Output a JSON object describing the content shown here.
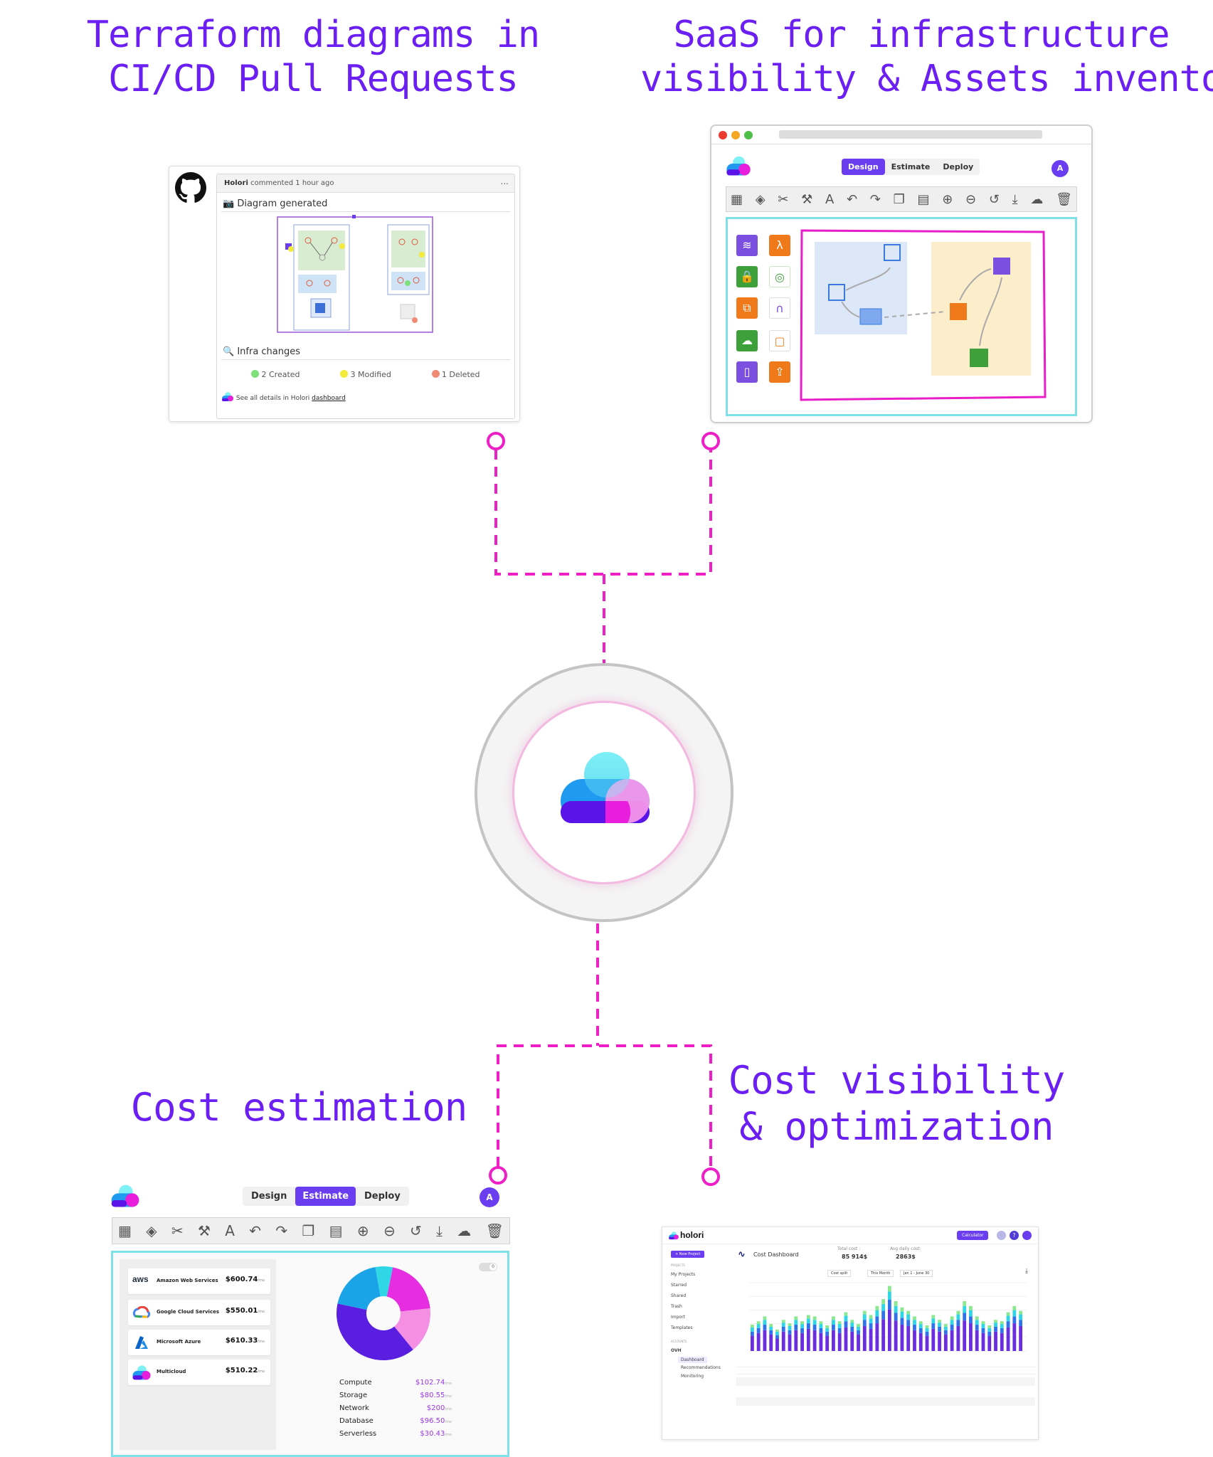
{
  "titles": {
    "top_left": [
      "Terraform diagrams in",
      "CI/CD Pull Requests"
    ],
    "top_right": [
      "SaaS for infrastructure",
      "visibility & Assets inventory"
    ],
    "bottom_left": [
      "Cost estimation"
    ],
    "bottom_right": [
      "Cost visibility",
      "& optimization"
    ]
  },
  "colors": {
    "title": "#6b1ff2",
    "connector": "#ee1fc7",
    "accent": "#6a3df0",
    "frame": "#7fe0e8"
  },
  "github_comment": {
    "author": "Holori",
    "meta": "commented 1 hour ago",
    "menu": "...",
    "diagram_heading": "📷 Diagram generated",
    "changes_heading": "🔍 Infra changes",
    "stats": [
      {
        "label": "2 Created",
        "color": "#7ee07a"
      },
      {
        "label": "3 Modified",
        "color": "#f3ea3a"
      },
      {
        "label": "1 Deleted",
        "color": "#f08a74"
      }
    ],
    "footer_text": "See all details in Holori",
    "footer_link": "dashboard"
  },
  "design_app": {
    "tabs": [
      "Design",
      "Estimate",
      "Deploy"
    ],
    "active_tab": "Design",
    "avatar": "A",
    "toolbar_icons": [
      "grid-icon",
      "paint-bucket-icon",
      "cut-icon",
      "wrench-icon",
      "text-color-icon",
      "undo-icon",
      "redo-icon",
      "copy-icon",
      "paste-icon",
      "zoom-in-icon",
      "zoom-out-icon",
      "history-icon",
      "download-icon",
      "upload-icon",
      "trash-icon"
    ]
  },
  "estimate_app": {
    "tabs": [
      "Design",
      "Estimate",
      "Deploy"
    ],
    "active_tab": "Estimate",
    "avatar": "A",
    "toggle": "0",
    "providers": [
      {
        "logo": "aws",
        "name": "Amazon Web Services",
        "value": "$600.74",
        "unit": "/mo"
      },
      {
        "logo": "gcp",
        "name": "Google Cloud Services",
        "value": "$550.01",
        "unit": "/mo"
      },
      {
        "logo": "azure",
        "name": "Microsoft Azure",
        "value": "$610.33",
        "unit": "/mo"
      },
      {
        "logo": "multicloud",
        "name": "Multicloud",
        "value": "$510.22",
        "unit": "/mo"
      }
    ],
    "categories": [
      {
        "label": "Compute",
        "value": "$102.74",
        "unit": "/mo"
      },
      {
        "label": "Storage",
        "value": "$80.55",
        "unit": "/mo"
      },
      {
        "label": "Network",
        "value": "$200",
        "unit": "/mo"
      },
      {
        "label": "Database",
        "value": "$96.50",
        "unit": "/mo"
      },
      {
        "label": "Serverless",
        "value": "$30.43",
        "unit": "/mo"
      }
    ],
    "chart_data": {
      "type": "pie",
      "donut": true,
      "categories": [
        "Compute",
        "Storage",
        "Network",
        "Database",
        "Serverless"
      ],
      "values": [
        102.74,
        80.55,
        200,
        96.5,
        30.43
      ],
      "colors": [
        "#e62ee0",
        "#f48fe3",
        "#5a1ee0",
        "#1aa3e6",
        "#2fd6e6"
      ]
    }
  },
  "cost_dashboard": {
    "brand": "holori",
    "calculator": "Calculator",
    "new_project": "+ New Project",
    "section_projects": "PROJECTS",
    "nav": [
      "My Projects",
      "Starred",
      "Shared",
      "Trash",
      "Import",
      "Templates"
    ],
    "section_accounts": "ACCOUNTS",
    "account": "OVH",
    "subnav": [
      "Dashboard",
      "Recommendations",
      "Monitoring"
    ],
    "page_title": "Cost Dashboard",
    "total_cost_label": "Total cost :",
    "total_cost": "85 914$",
    "avg_label": "Avg daily cost:",
    "avg": "2863$",
    "filters": [
      "Cost split",
      "This Month",
      "Jan 1 - June 30"
    ],
    "chart_data": {
      "type": "bar",
      "stacked": true,
      "x": [
        1,
        2,
        3,
        4,
        5,
        6,
        7,
        8,
        9,
        10,
        11,
        12,
        13,
        14,
        15,
        16,
        17,
        18,
        19,
        20,
        21,
        22,
        23,
        24,
        25,
        26,
        27,
        28,
        29,
        30,
        31,
        32,
        33,
        34,
        35,
        36,
        37,
        38,
        39,
        40,
        41,
        42,
        43,
        44
      ],
      "series": [
        {
          "values": [
            22,
            26,
            30,
            24,
            18,
            28,
            24,
            30,
            26,
            32,
            30,
            26,
            22,
            30,
            26,
            34,
            28,
            24,
            36,
            32,
            40,
            46,
            60,
            44,
            38,
            36,
            30,
            26,
            22,
            32,
            28,
            24,
            30,
            36,
            44,
            40,
            30,
            26,
            22,
            28,
            26,
            34,
            40,
            36
          ]
        },
        {
          "values": [
            6,
            7,
            8,
            6,
            5,
            7,
            6,
            8,
            7,
            8,
            8,
            7,
            6,
            8,
            7,
            9,
            7,
            6,
            9,
            8,
            10,
            12,
            14,
            11,
            10,
            9,
            8,
            7,
            6,
            8,
            7,
            6,
            8,
            9,
            11,
            10,
            8,
            7,
            6,
            7,
            7,
            9,
            10,
            9
          ]
        },
        {
          "values": [
            6,
            6,
            7,
            5,
            5,
            6,
            6,
            7,
            6,
            7,
            7,
            6,
            5,
            7,
            6,
            8,
            6,
            5,
            8,
            7,
            9,
            10,
            12,
            10,
            9,
            8,
            7,
            6,
            5,
            7,
            6,
            5,
            7,
            8,
            10,
            9,
            7,
            6,
            5,
            6,
            6,
            8,
            9,
            8
          ]
        },
        {
          "values": [
            4,
            4,
            5,
            4,
            3,
            4,
            4,
            5,
            4,
            5,
            5,
            4,
            4,
            5,
            4,
            5,
            4,
            4,
            5,
            5,
            6,
            7,
            8,
            7,
            6,
            5,
            5,
            4,
            4,
            5,
            4,
            4,
            5,
            5,
            7,
            6,
            5,
            4,
            4,
            4,
            4,
            5,
            6,
            5
          ]
        }
      ],
      "colors": [
        "#6a2ee0",
        "#2f72ea",
        "#2fd6e6",
        "#8be88f"
      ]
    }
  }
}
